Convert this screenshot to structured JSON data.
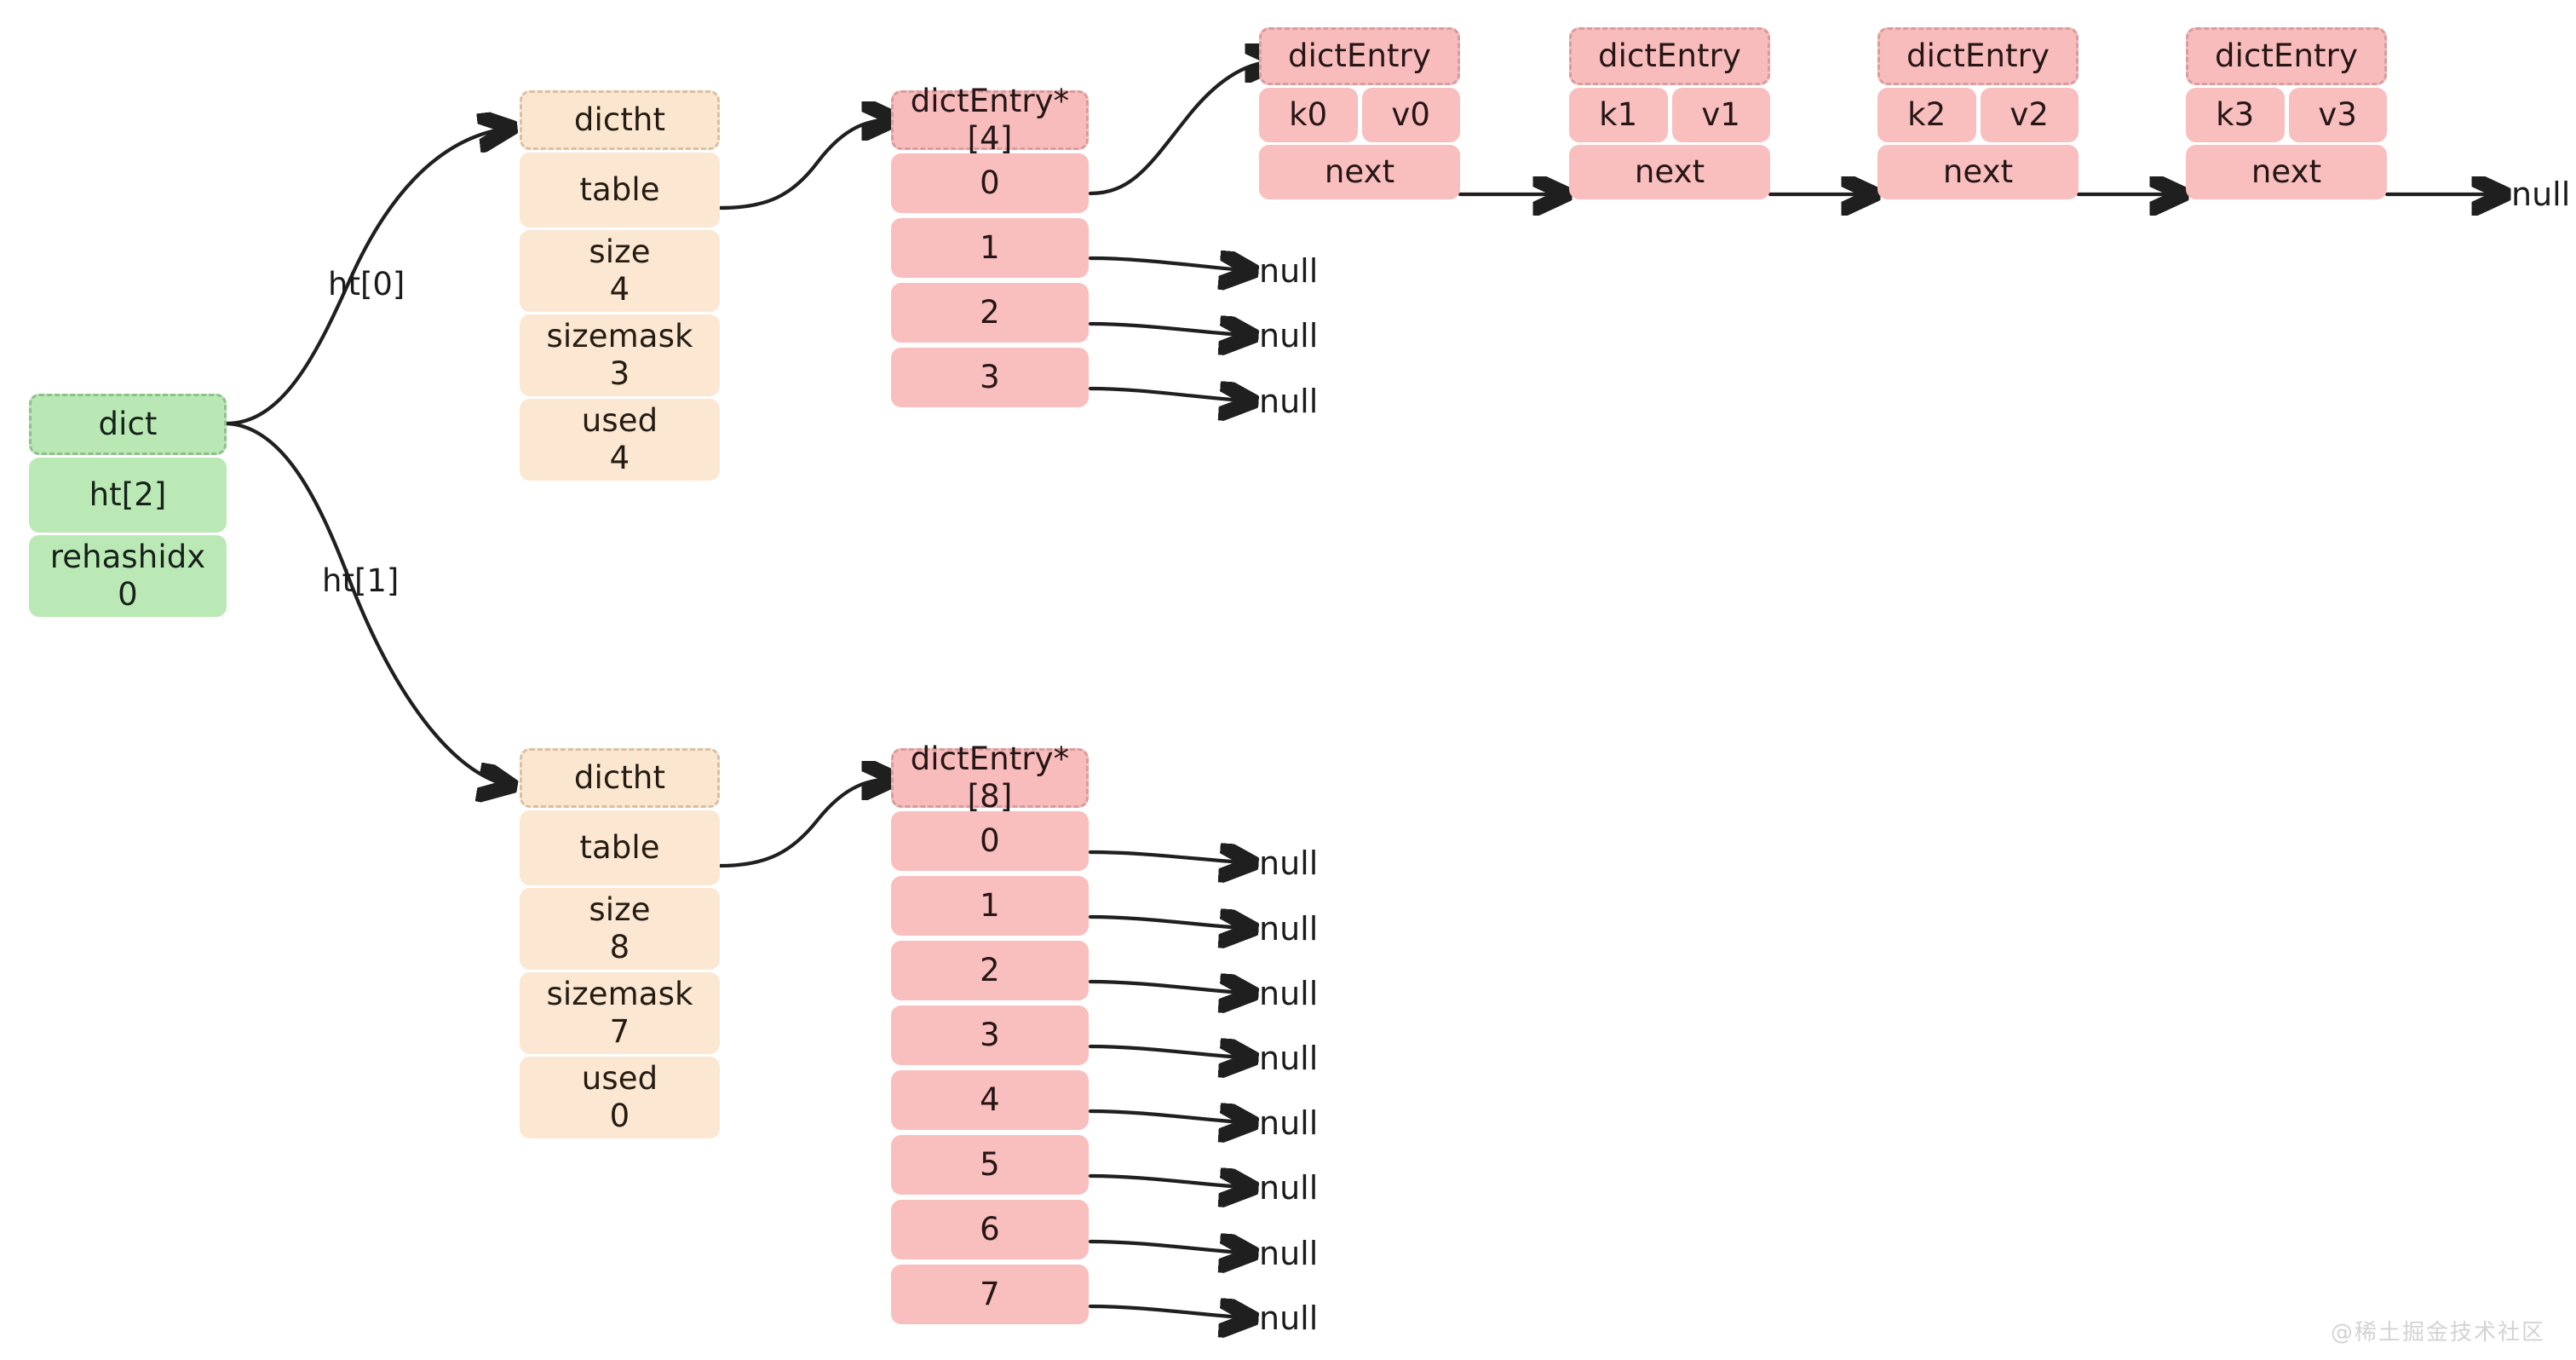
{
  "diagram": {
    "title": "Redis dict / dictht / dictEntry structure",
    "colors": {
      "green_fill": "#bbe9b6",
      "green_border": "#8fbf8b",
      "orange_fill": "#fbe7d2",
      "orange_border": "#d9c0a3",
      "pink_fill": "#f9bebe",
      "pink_border": "#d79d9d",
      "edge_stroke": "#1f1f1f",
      "background": "#ffffff",
      "watermark": "#d3d3d3"
    }
  },
  "dict_node": {
    "header": "dict",
    "fields": [
      {
        "label": "ht[2]",
        "value": ""
      },
      {
        "label": "rehashidx",
        "value": "0"
      }
    ]
  },
  "edge_labels": {
    "ht0": "ht[0]",
    "ht1": "ht[1]"
  },
  "dictht_0": {
    "header": "dictht",
    "fields": [
      {
        "label": "table",
        "value": ""
      },
      {
        "label": "size",
        "value": "4"
      },
      {
        "label": "sizemask",
        "value": "3"
      },
      {
        "label": "used",
        "value": "4"
      }
    ]
  },
  "dictht_1": {
    "header": "dictht",
    "fields": [
      {
        "label": "table",
        "value": ""
      },
      {
        "label": "size",
        "value": "8"
      },
      {
        "label": "sizemask",
        "value": "7"
      },
      {
        "label": "used",
        "value": "0"
      }
    ]
  },
  "bucket_array_0": {
    "header": "dictEntry*[4]",
    "buckets": [
      "0",
      "1",
      "2",
      "3"
    ],
    "bucket_targets": [
      "chain",
      "null",
      "null",
      "null"
    ]
  },
  "bucket_array_1": {
    "header": "dictEntry*[8]",
    "buckets": [
      "0",
      "1",
      "2",
      "3",
      "4",
      "5",
      "6",
      "7"
    ],
    "bucket_targets": [
      "null",
      "null",
      "null",
      "null",
      "null",
      "null",
      "null",
      "null"
    ]
  },
  "entries": [
    {
      "header": "dictEntry",
      "key": "k0",
      "value": "v0",
      "next_label": "next"
    },
    {
      "header": "dictEntry",
      "key": "k1",
      "value": "v1",
      "next_label": "next"
    },
    {
      "header": "dictEntry",
      "key": "k2",
      "value": "v2",
      "next_label": "next"
    },
    {
      "header": "dictEntry",
      "key": "k3",
      "value": "v3",
      "next_label": "next"
    }
  ],
  "null_terminal": "null",
  "nulls": {
    "top": [
      "null",
      "null",
      "null"
    ],
    "chain_tail": "null",
    "bottom": [
      "null",
      "null",
      "null",
      "null",
      "null",
      "null",
      "null",
      "null"
    ]
  },
  "watermark": "@稀土掘金技术社区"
}
